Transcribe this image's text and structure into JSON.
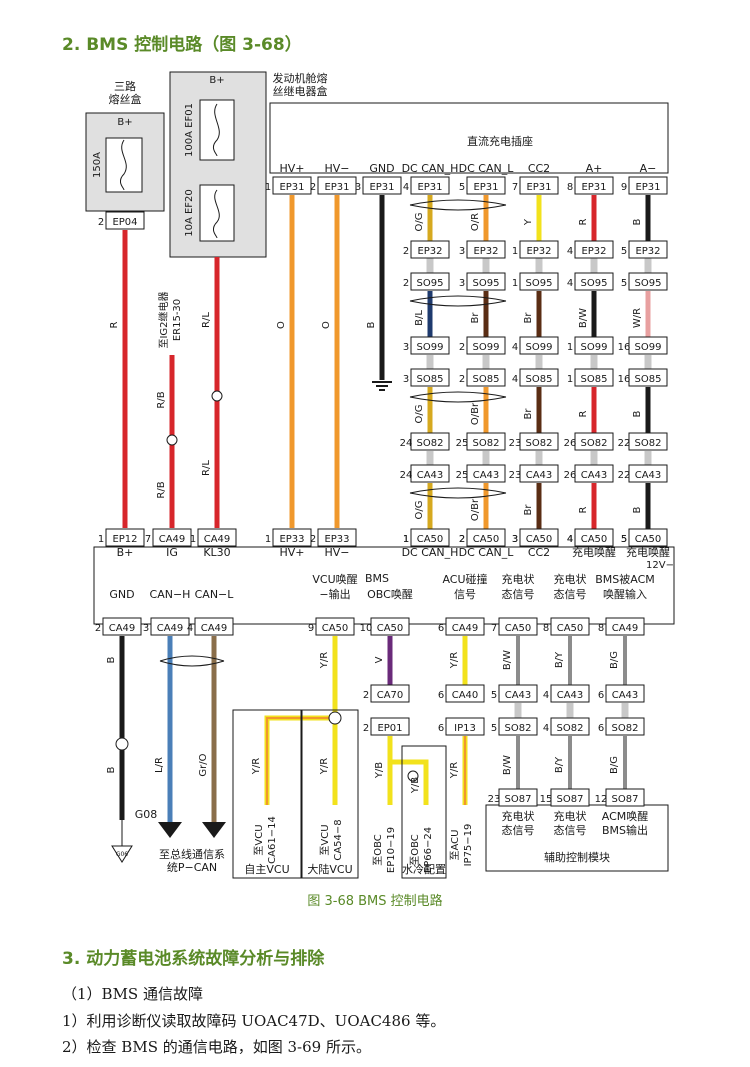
{
  "headings": {
    "section2": "2. BMS 控制电路（图 3-68）",
    "section3": "3. 动力蓄电池系统故障分析与排除"
  },
  "caption": "图 3-68    BMS 控制电路",
  "body_lines": [
    "（1）BMS 通信故障",
    "1）利用诊断仪读取故障码 UOAC47D、UOAC486 等。",
    "2）检查 BMS 的通信电路，如图 3-69 所示。"
  ],
  "boxes": {
    "fuse3": [
      "三路",
      "熔丝盒"
    ],
    "engine_fuse": [
      "发动机舱熔",
      "丝继电器盒"
    ],
    "dc_socket": "直流充电插座",
    "bms": "BMS",
    "aux": "辅助控制模块"
  },
  "fuses": {
    "f150": {
      "bplus": "B+",
      "rating": "150A"
    },
    "ef01": {
      "bplus": "B+",
      "rating": "100A EF01"
    },
    "ef20": {
      "rating": "10A  EF20"
    }
  },
  "relay_note": [
    "至IG2继电器",
    "ER15-30"
  ],
  "top_pins": [
    {
      "label": "HV+",
      "num": "1",
      "conn": "EP31"
    },
    {
      "label": "HV−",
      "num": "2",
      "conn": "EP31"
    },
    {
      "label": "GND",
      "num": "3",
      "conn": "EP31"
    },
    {
      "label": "DC CAN_H",
      "num": "4",
      "conn": "EP31"
    },
    {
      "label": "DC CAN_L",
      "num": "5",
      "conn": "EP31"
    },
    {
      "label": "CC2",
      "num": "7",
      "conn": "EP31"
    },
    {
      "label": "A+",
      "num": "8",
      "conn": "EP31"
    },
    {
      "label": "A−",
      "num": "9",
      "conn": "EP31"
    }
  ],
  "chain_columns": [
    {
      "colors": [
        "O/G",
        "B/L",
        "O/G",
        "O/G"
      ],
      "connectors": [
        {
          "num": "2",
          "conn": "EP32"
        },
        {
          "num": "2",
          "conn": "SO95"
        },
        {
          "num": "3",
          "conn": "SO99"
        },
        {
          "num": "3",
          "conn": "SO85"
        },
        {
          "num": "24",
          "conn": "SO82"
        },
        {
          "num": "24",
          "conn": "CA43"
        },
        {
          "num": "1",
          "conn": "CA50"
        }
      ]
    },
    {
      "colors": [
        "O/R",
        "Br",
        "O/Br",
        "O/Br"
      ],
      "connectors": [
        {
          "num": "3",
          "conn": "EP32"
        },
        {
          "num": "3",
          "conn": "SO95"
        },
        {
          "num": "2",
          "conn": "SO99"
        },
        {
          "num": "2",
          "conn": "SO85"
        },
        {
          "num": "25",
          "conn": "SO82"
        },
        {
          "num": "25",
          "conn": "CA43"
        },
        {
          "num": "2",
          "conn": "CA50"
        }
      ]
    },
    {
      "colors": [
        "Y",
        "Br",
        "Br",
        "Br"
      ],
      "connectors": [
        {
          "num": "1",
          "conn": "EP32"
        },
        {
          "num": "1",
          "conn": "SO95"
        },
        {
          "num": "4",
          "conn": "SO99"
        },
        {
          "num": "4",
          "conn": "SO85"
        },
        {
          "num": "23",
          "conn": "SO82"
        },
        {
          "num": "23",
          "conn": "CA43"
        },
        {
          "num": "3",
          "conn": "CA50"
        }
      ]
    },
    {
      "colors": [
        "R",
        "B/W",
        "R",
        "R"
      ],
      "connectors": [
        {
          "num": "4",
          "conn": "EP32"
        },
        {
          "num": "4",
          "conn": "SO95"
        },
        {
          "num": "1",
          "conn": "SO99"
        },
        {
          "num": "1",
          "conn": "SO85"
        },
        {
          "num": "26",
          "conn": "SO82"
        },
        {
          "num": "26",
          "conn": "CA43"
        },
        {
          "num": "4",
          "conn": "CA50"
        }
      ]
    },
    {
      "colors": [
        "B",
        "W/R",
        "B",
        "B"
      ],
      "connectors": [
        {
          "num": "5",
          "conn": "EP32"
        },
        {
          "num": "5",
          "conn": "SO95"
        },
        {
          "num": "16",
          "conn": "SO99"
        },
        {
          "num": "16",
          "conn": "SO85"
        },
        {
          "num": "22",
          "conn": "SO82"
        },
        {
          "num": "22",
          "conn": "CA43"
        },
        {
          "num": "5",
          "conn": "CA50"
        }
      ]
    }
  ],
  "left_wires": {
    "fuse_out": {
      "num": "2",
      "conn": "EP04",
      "color": "R"
    },
    "ig_colors": [
      "R/B",
      "R/B"
    ],
    "kl30_colors": [
      "R/L",
      "R/L"
    ],
    "hv_colors": [
      "O",
      "O"
    ],
    "gnd_color": "B"
  },
  "bms_top_pins": [
    {
      "num": "1",
      "conn": "EP12",
      "label": "B+"
    },
    {
      "num": "7",
      "conn": "CA49",
      "label": "IG"
    },
    {
      "num": "1",
      "conn": "CA49",
      "label": "KL30"
    },
    {
      "num": "1",
      "conn": "EP33",
      "label": "HV+"
    },
    {
      "num": "2",
      "conn": "EP33",
      "label": "HV−"
    },
    {
      "num": "1",
      "conn": "CA50",
      "label": "DC CAN_H"
    },
    {
      "num": "2",
      "conn": "CA50",
      "label": "DC CAN_L"
    },
    {
      "num": "3",
      "conn": "CA50",
      "label": "CC2"
    },
    {
      "num": "4",
      "conn": "CA50",
      "label": "充电唤醒"
    },
    {
      "num": "5",
      "conn": "CA50",
      "label": "充电唤醒"
    }
  ],
  "bms_extra_label": "12V−",
  "bms_bottom_pins": [
    {
      "num": "2",
      "conn": "CA49",
      "label": [
        "GND"
      ]
    },
    {
      "num": "3",
      "conn": "CA49",
      "label": [
        "CAN−H"
      ]
    },
    {
      "num": "4",
      "conn": "CA49",
      "label": [
        "CAN−L"
      ]
    },
    {
      "num": "9",
      "conn": "CA50",
      "label": [
        "VCU唤醒",
        "−输出"
      ]
    },
    {
      "num": "10",
      "conn": "CA50",
      "label": [
        "OBC唤醒"
      ]
    },
    {
      "num": "6",
      "conn": "CA49",
      "label": [
        "ACU碰撞",
        "信号"
      ]
    },
    {
      "num": "7",
      "conn": "CA50",
      "label": [
        "充电状",
        "态信号"
      ]
    },
    {
      "num": "8",
      "conn": "CA50",
      "label": [
        "充电状",
        "态信号"
      ]
    },
    {
      "num": "8",
      "conn": "CA49",
      "label": [
        "BMS被ACM",
        "唤醒输入"
      ]
    }
  ],
  "bottom_wires": {
    "gnd_colors": [
      "B",
      "B"
    ],
    "canh_color": "L/R",
    "canl_color": "Gr/O",
    "g08": "G08",
    "g06": "G06",
    "can_dest": [
      "至总线通信系",
      "统P−CAN"
    ],
    "vcu_colors": [
      "Y/R",
      "Y/R",
      "Y/R"
    ],
    "vcu1": [
      "至VCU",
      "CA61−14"
    ],
    "vcu1_box": "自主VCU",
    "vcu2": [
      "至VCU",
      "CA54−8"
    ],
    "vcu2_box": "大陆VCU",
    "obc_connectors": [
      {
        "num": "2",
        "conn": "CA70"
      },
      {
        "num": "2",
        "conn": "EP01"
      }
    ],
    "obc_colors": [
      "V",
      "Y/B",
      "Y/B"
    ],
    "obc1": [
      "至OBC",
      "EP10−19"
    ],
    "obc2": [
      "至OBC",
      "EP66−24"
    ],
    "obc_box": "水冷配置",
    "acu_connectors": [
      {
        "num": "6",
        "conn": "CA40"
      },
      {
        "num": "6",
        "conn": "IP13"
      }
    ],
    "acu_colors": [
      "Y/R",
      "Y/R"
    ],
    "acu": [
      "至ACU",
      "IP75−19"
    ],
    "aux_cols": [
      {
        "colors": [
          "B/W",
          "B/W"
        ],
        "connectors": [
          {
            "num": "5",
            "conn": "CA43"
          },
          {
            "num": "5",
            "conn": "SO82"
          },
          {
            "num": "23",
            "conn": "SO87"
          }
        ],
        "label": [
          "充电状",
          "态信号"
        ]
      },
      {
        "colors": [
          "B/Y",
          "B/Y"
        ],
        "connectors": [
          {
            "num": "4",
            "conn": "CA43"
          },
          {
            "num": "4",
            "conn": "SO82"
          },
          {
            "num": "15",
            "conn": "SO87"
          }
        ],
        "label": [
          "充电状",
          "态信号"
        ]
      },
      {
        "colors": [
          "B/G",
          "B/G"
        ],
        "connectors": [
          {
            "num": "6",
            "conn": "CA43"
          },
          {
            "num": "6",
            "conn": "SO82"
          },
          {
            "num": "12",
            "conn": "SO87"
          }
        ],
        "label": [
          "ACM唤醒",
          "BMS输出"
        ]
      }
    ]
  },
  "wire_colors": {
    "red": "#d7262b",
    "orange": "#f0982c",
    "black": "#1a1a1a",
    "yellow": "#f2e21c",
    "brown": "#5a2d14",
    "navy": "#1e3a6e",
    "blue": "#4a7fb8",
    "grayish": "#8a6e4a",
    "purple": "#6a2a7a",
    "gold": "#d6a91f",
    "heading": "#5a8a28"
  }
}
